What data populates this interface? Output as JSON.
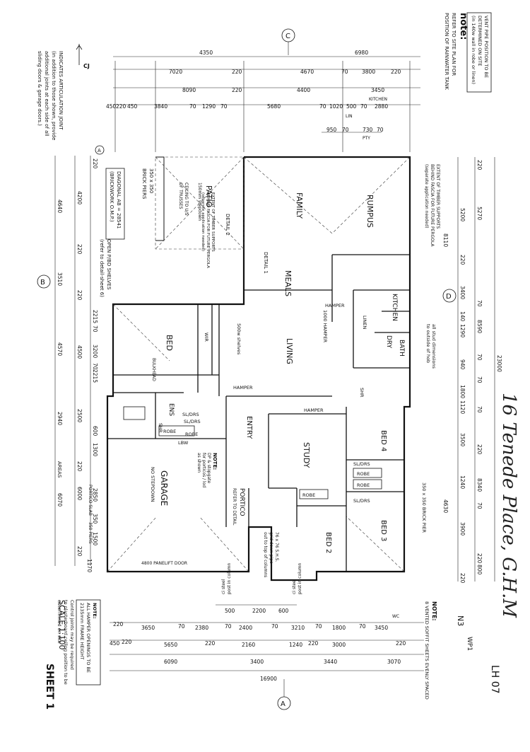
{
  "notes": {
    "vent": [
      "VENT PIPE POSITION TO BE",
      "DETERMINED ON SITE",
      "(in 140w wall in robe or linen)"
    ],
    "tank_title": "note:",
    "tank": [
      "REFER TO SITE PLAN FOR",
      "POSITION OF RAINWATER TANK"
    ],
    "cj": [
      "INDICATES ARTICULATION JOINT",
      "(in addition to those shown, provide",
      "additional joints at each side of all",
      "sliding doors & garage doors.)"
    ],
    "diag": [
      "DIAGONAL AB = 28541",
      "(BRICKWORK O.M.P.)"
    ],
    "piers": [
      "350 x 350",
      "BRICK PIERS"
    ],
    "pergola_l": [
      "EXTENT OF TIMBER SUPPORTS",
      "BEHIND FASCIA FOR FUTURE PERGOLA",
      "(separate application needed)"
    ],
    "pergola_r": [
      "EXTENT OF TIMBER SUPPORTS",
      "BEHIND FASCIA FOR FUTURE PERGOLA",
      "(separate application needed)"
    ],
    "shelves": [
      "OPEN P/BD SHELVES",
      "(refer to detail-sheet 6)"
    ],
    "dims_note": [
      "all stud dimensions",
      "to outside of hob"
    ],
    "hamper_note": [
      "NOTE:",
      "ALL HAMPER OPENINGS TO BE",
      "2135mm FRAME HEIGHT"
    ],
    "control": [
      "Control joints may be required",
      "to plasterboard ceiling position to be",
      "determined on site"
    ],
    "soffit": [
      "NOTE:",
      "8 VENTED SOFFIT SHEETS EVENLY SPACED"
    ],
    "garage_note": [
      "NOTE:",
      "DP & stopgate",
      "for porticos / lod",
      "as shown"
    ],
    "brick_pier": "350 x 350 BRICK PIER",
    "portico_post": [
      "76 x 76 S.H.S.",
      "grid down pipe",
      "out to top of columns"
    ],
    "ci_post_top": [
      "ci steel",
      "post in column"
    ],
    "ci_post_bot": [
      "ci steel",
      "post in column"
    ],
    "areas": "AREAS",
    "portico_slab": "PORTICO SLAB",
    "piers_350": "350 PIERS"
  },
  "grid": {
    "a_top": "A",
    "b": "B",
    "c": "C",
    "d": "D",
    "a_bot": "A"
  },
  "address": "16 Tenede Place, G.H.M",
  "lot": "LH 07",
  "codes": {
    "n3": "N3",
    "wp1": "WP1"
  },
  "scale": "SCALE 1:100",
  "sheet": "SHEET 1",
  "rooms": {
    "rumpus": "RUMPUS",
    "family": "FAMILY",
    "meals": "MEALS",
    "patio": "PATIO",
    "patio_sub": [
      "150mm stepdown",
      "CEILING TO U/S",
      "OF TRUSSES"
    ],
    "kitchen": "KITCHEN",
    "kitchen_top": "KITCHEN",
    "bath": "BATH",
    "dry": "DRY",
    "linen": "LINEN",
    "bed": "BED",
    "living": "LIVING",
    "ens": "ENS",
    "wir": "WIR",
    "study": "STUDY",
    "bed4": "BED 4",
    "bed3": "BED 3",
    "bed2": "BED 2",
    "garage": "GARAGE",
    "garage_sub": "NO STEPDOWN",
    "entry": "ENTRY",
    "portico": "PORTICO",
    "portico_sub": "REFER TO DETAIL",
    "detail1": "DETAIL 1",
    "detail2": "DETAIL 2",
    "robe": "ROBE",
    "hamper": "HAMPER",
    "shr": "SHR",
    "lbw": "LBW",
    "bulkhead": "BULKHEAD",
    "slbr": "SL/DRS",
    "door": "4800 PANELIFT DOOR",
    "shelves500": "500w shelves",
    "hamper1000": "1000 HAMPER"
  },
  "dims_top": {
    "r1": [
      "4350",
      "6980"
    ],
    "r2": [
      "7020",
      "220",
      "4670",
      "70",
      "3800",
      "220"
    ],
    "r3": [
      "8090",
      "220",
      "4400",
      "3450"
    ],
    "r4": [
      "450",
      "220",
      "450",
      "3840",
      "70",
      "1290",
      "70",
      "5680",
      "70",
      "1020",
      "500",
      "70",
      "2880"
    ],
    "r5": [
      "950",
      "70",
      "730",
      "70"
    ],
    "lin": "LIN",
    "pty": "PTY"
  },
  "dims_left": {
    "outer": [
      "4640",
      "3510",
      "4570",
      "2940",
      "6070"
    ],
    "mid": [
      "4200",
      "220",
      "220",
      "4500",
      "2500",
      "220",
      "6000",
      "220"
    ],
    "inner": [
      "220",
      "2215",
      "70",
      "3200",
      "70",
      "2215",
      "600",
      "1300",
      "2850",
      "350",
      "1500",
      "1170"
    ]
  },
  "dims_right": {
    "outer": [
      "5270",
      "8590",
      "8340",
      "23000"
    ],
    "mid": [
      "5200",
      "220",
      "8110",
      "3400",
      "140",
      "1290",
      "940",
      "1800",
      "1120",
      "3500",
      "1240",
      "3900",
      "220"
    ],
    "inner": [
      "220",
      "70",
      "70",
      "70",
      "70",
      "220",
      "70",
      "220",
      "800",
      "4630"
    ]
  },
  "dims_bottom": {
    "r1": [
      "500",
      "2200",
      "600"
    ],
    "r2": [
      "220",
      "3650",
      "70",
      "2380",
      "70",
      "2400",
      "70",
      "3210",
      "70",
      "1800",
      "70",
      "3450"
    ],
    "r3": [
      "450",
      "220",
      "5650",
      "220",
      "2160",
      "1240",
      "220",
      "3000",
      "220"
    ],
    "r4": [
      "6090",
      "3400",
      "3440",
      "3070"
    ],
    "r5": [
      "16900"
    ],
    "wc": "WC"
  }
}
